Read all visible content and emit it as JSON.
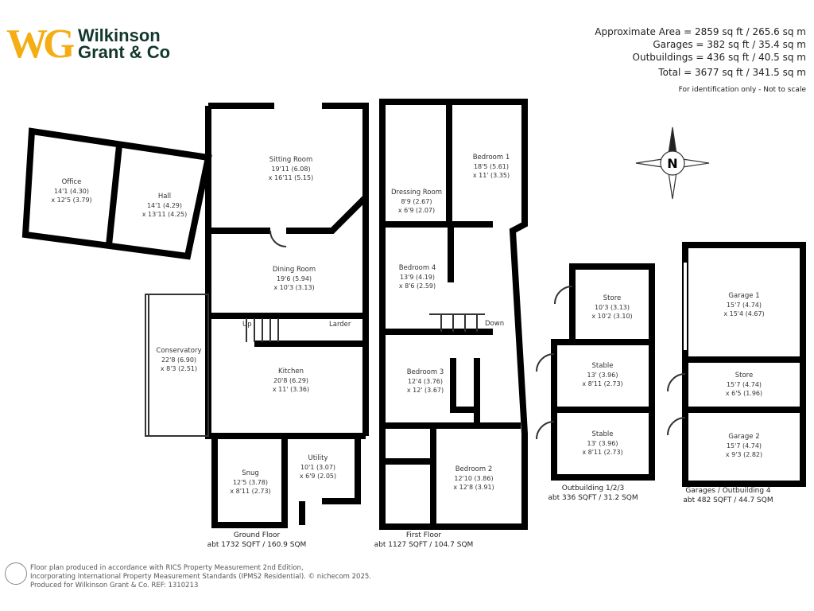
{
  "logo": {
    "mark": "WG",
    "line1": "Wilkinson",
    "line2": "Grant & Co",
    "mark_color": "#f4ad12",
    "text_color": "#12382e"
  },
  "areas": {
    "approximate": "Approximate Area = 2859 sq ft / 265.6 sq m",
    "garages": "Garages = 382 sq ft / 35.4 sq m",
    "outbuildings": "Outbuildings = 436 sq ft / 40.5 sq m",
    "total": "Total = 3677 sq ft / 341.5 sq m",
    "note": "For identification only - Not to scale"
  },
  "compass": {
    "label": "N"
  },
  "ground_floor": {
    "caption": "Ground Floor",
    "area": "abt 1732 SQFT / 160.9 SQM",
    "rooms": {
      "office": {
        "name": "Office",
        "d1": "14'1 (4.30)",
        "d2": "x 12'5 (3.79)"
      },
      "hall": {
        "name": "Hall",
        "d1": "14'1 (4.29)",
        "d2": "x 13'11 (4.25)"
      },
      "sitting": {
        "name": "Sitting Room",
        "d1": "19'11 (6.08)",
        "d2": "x 16'11 (5.15)"
      },
      "dining": {
        "name": "Dining Room",
        "d1": "19'6 (5.94)",
        "d2": "x 10'3 (3.13)"
      },
      "conservatory": {
        "name": "Conservatory",
        "d1": "22'8 (6.90)",
        "d2": "x 8'3 (2.51)"
      },
      "kitchen": {
        "name": "Kitchen",
        "d1": "20'8 (6.29)",
        "d2": "x 11' (3.36)"
      },
      "snug": {
        "name": "Snug",
        "d1": "12'5 (3.78)",
        "d2": "x 8'11 (2.73)"
      },
      "utility": {
        "name": "Utility",
        "d1": "10'1 (3.07)",
        "d2": "x 6'9 (2.05)"
      }
    },
    "labels": {
      "up": "Up",
      "larder": "Larder"
    }
  },
  "first_floor": {
    "caption": "First Floor",
    "area": "abt 1127 SQFT / 104.7 SQM",
    "rooms": {
      "bedroom1": {
        "name": "Bedroom 1",
        "d1": "18'5 (5.61)",
        "d2": "x 11' (3.35)"
      },
      "dressing": {
        "name": "Dressing Room",
        "d1": "8'9 (2.67)",
        "d2": "x 6'9 (2.07)"
      },
      "bedroom4": {
        "name": "Bedroom 4",
        "d1": "13'9 (4.19)",
        "d2": "x 8'6 (2.59)"
      },
      "bedroom3": {
        "name": "Bedroom 3",
        "d1": "12'4 (3.76)",
        "d2": "x 12' (3.67)"
      },
      "bedroom2": {
        "name": "Bedroom 2",
        "d1": "12'10 (3.86)",
        "d2": "x 12'8 (3.91)"
      }
    },
    "labels": {
      "down": "Down"
    }
  },
  "outbuilding_123": {
    "caption": "Outbuilding 1/2/3",
    "area": "abt 336 SQFT / 31.2 SQM",
    "rooms": {
      "store": {
        "name": "Store",
        "d1": "10'3 (3.13)",
        "d2": "x 10'2 (3.10)"
      },
      "stable1": {
        "name": "Stable",
        "d1": "13' (3.96)",
        "d2": "x 8'11 (2.73)"
      },
      "stable2": {
        "name": "Stable",
        "d1": "13' (3.96)",
        "d2": "x 8'11 (2.73)"
      }
    }
  },
  "garages": {
    "caption": "Garages / Outbuilding 4",
    "area": "abt 482 SQFT / 44.7 SQM",
    "rooms": {
      "garage1": {
        "name": "Garage 1",
        "d1": "15'7 (4.74)",
        "d2": "x 15'4 (4.67)"
      },
      "store": {
        "name": "Store",
        "d1": "15'7 (4.74)",
        "d2": "x 6'5 (1.96)"
      },
      "garage2": {
        "name": "Garage 2",
        "d1": "15'7 (4.74)",
        "d2": "x 9'3 (2.82)"
      }
    }
  },
  "footer": {
    "line1": "Floor plan produced in accordance with RICS Property Measurement 2nd Edition,",
    "line2": "Incorporating International Property Measurement Standards (IPMS2 Residential).  © nichecom   2025.",
    "line3": "Produced for Wilkinson Grant & Co.   REF:  1310213"
  }
}
